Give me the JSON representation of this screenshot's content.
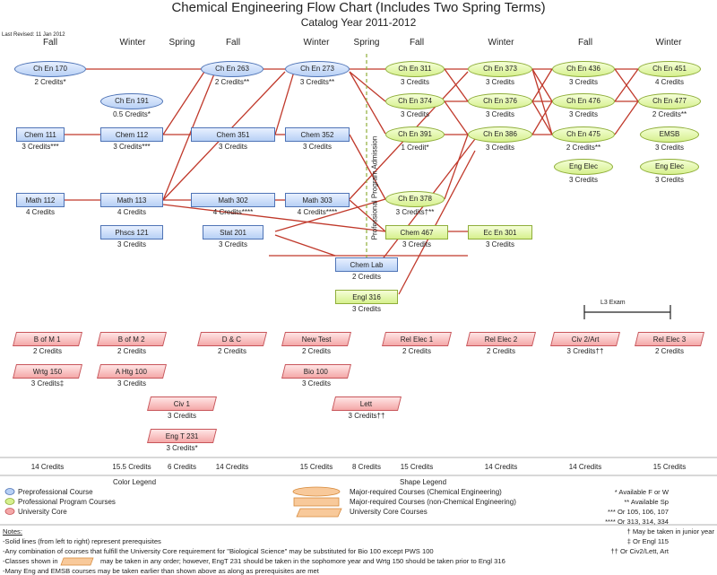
{
  "title": "Chemical Engineering Flow Chart (Includes Two Spring Terms)",
  "subtitle": "Catalog Year 2011-2012",
  "last_revised": "Last Revised: 11 Jan 2012",
  "terms": [
    "Fall",
    "Winter",
    "Spring",
    "Fall",
    "Winter",
    "Spring",
    "Fall",
    "Winter",
    "Fall",
    "Winter"
  ],
  "admission_label": "Professional Program Admission",
  "l3_exam": "L3 Exam",
  "courses": {
    "chen170": {
      "name": "Ch En 170",
      "credits": "2 Credits*"
    },
    "chen191": {
      "name": "Ch En 191",
      "credits": "0.5 Credits*"
    },
    "chem111": {
      "name": "Chem 111",
      "credits": "3 Credits***"
    },
    "math112": {
      "name": "Math 112",
      "credits": "4 Credits"
    },
    "chem112": {
      "name": "Chem 112",
      "credits": "3 Credits***"
    },
    "math113": {
      "name": "Math 113",
      "credits": "4 Credits"
    },
    "phscs121": {
      "name": "Phscs 121",
      "credits": "3 Credits"
    },
    "chen263": {
      "name": "Ch En 263",
      "credits": "2 Credits**"
    },
    "chem351": {
      "name": "Chem 351",
      "credits": "3 Credits"
    },
    "math302": {
      "name": "Math 302",
      "credits": "4 Credits****"
    },
    "stat201": {
      "name": "Stat 201",
      "credits": "3 Credits"
    },
    "chen273": {
      "name": "Ch En 273",
      "credits": "3 Credits**"
    },
    "chem352": {
      "name": "Chem 352",
      "credits": "3 Credits"
    },
    "math303": {
      "name": "Math 303",
      "credits": "4 Credits****"
    },
    "chemlab": {
      "name": "Chem Lab",
      "credits": "2 Credits"
    },
    "engl316": {
      "name": "Engl 316",
      "credits": "3 Credits"
    },
    "chen311": {
      "name": "Ch En 311",
      "credits": "3 Credits"
    },
    "chen374": {
      "name": "Ch En 374",
      "credits": "3 Credits"
    },
    "chen391": {
      "name": "Ch En 391",
      "credits": "1 Credit*"
    },
    "chen378": {
      "name": "Ch En 378",
      "credits": "3 Credits†**"
    },
    "chem467": {
      "name": "Chem 467",
      "credits": "3 Credits"
    },
    "chen373": {
      "name": "Ch En 373",
      "credits": "3 Credits"
    },
    "chen376": {
      "name": "Ch En 376",
      "credits": "3 Credits"
    },
    "chen386": {
      "name": "Ch En 386",
      "credits": "3 Credits"
    },
    "ecen301": {
      "name": "Ec En 301",
      "credits": "3 Credits"
    },
    "chen436": {
      "name": "Ch En 436",
      "credits": "3 Credits"
    },
    "chen476": {
      "name": "Ch En 476",
      "credits": "3 Credits"
    },
    "chen475": {
      "name": "Ch En 475",
      "credits": "2 Credits**"
    },
    "engelec1": {
      "name": "Eng Elec",
      "credits": "3 Credits"
    },
    "chen451": {
      "name": "Ch En 451",
      "credits": "4 Credits"
    },
    "chen477": {
      "name": "Ch En 477",
      "credits": "2 Credits**"
    },
    "emsb": {
      "name": "EMSB",
      "credits": "3 Credits"
    },
    "engelec2": {
      "name": "Eng Elec",
      "credits": "3 Credits"
    },
    "bom1": {
      "name": "B of M 1",
      "credits": "2 Credits"
    },
    "wrtg150": {
      "name": "Wrtg 150",
      "credits": "3 Credits‡"
    },
    "bom2": {
      "name": "B of M 2",
      "credits": "2 Credits"
    },
    "ahtg100": {
      "name": "A Htg 100",
      "credits": "3 Credits"
    },
    "civ1": {
      "name": "Civ 1",
      "credits": "3 Credits"
    },
    "engt231": {
      "name": "Eng T 231",
      "credits": "3 Credits*"
    },
    "dc": {
      "name": "D & C",
      "credits": "2 Credits"
    },
    "newtest": {
      "name": "New Test",
      "credits": "2 Credits"
    },
    "bio100": {
      "name": "Bio 100",
      "credits": "3 Credits"
    },
    "lett": {
      "name": "Lett",
      "credits": "3 Credits††"
    },
    "relelec1": {
      "name": "Rel Elec 1",
      "credits": "2 Credits"
    },
    "relelec2": {
      "name": "Rel Elec 2",
      "credits": "2 Credits"
    },
    "civ2art": {
      "name": "Civ 2/Art",
      "credits": "3 Credits††"
    },
    "relelec3": {
      "name": "Rel Elec 3",
      "credits": "2 Credits"
    }
  },
  "term_totals": [
    "14 Credits",
    "15.5 Credits",
    "6 Credits",
    "14 Credits",
    "15 Credits",
    "8 Credits",
    "15 Credits",
    "14 Credits",
    "14 Credits",
    "15 Credits"
  ],
  "color_legend": {
    "title": "Color Legend",
    "items": [
      "Preprofessional Course",
      "Professional Program Courses",
      "University Core"
    ]
  },
  "shape_legend": {
    "title": "Shape Legend",
    "items": [
      "Major-required Courses (Chemical Engineering)",
      "Major-required Courses (non-Chemical Engineering)",
      "University Core Courses"
    ]
  },
  "footnotes": [
    "* Available F or W",
    "** Available Sp",
    "*** Or 105, 106, 107",
    "**** Or 313, 314, 334",
    "† May be taken in junior year",
    "‡ Or Engl 115",
    "†† Or Civ2/Lett, Art"
  ],
  "notes": {
    "heading": "Notes:",
    "lines": [
      "-Solid lines (from left to right) represent prerequisites",
      "-Any combination of courses that fulfill the University Core  requirement for \"Biological Science\" may be substituted for Bio 100 except PWS 100",
      "-Classes shown in",
      "may be taken in any order; however, EngT 231 should be taken in the sophomore year and Wrtg 150 should be taken prior to Engl 316",
      "-Many Eng and EMSB courses may be taken earlier than shown above as along as prerequisites are met"
    ]
  },
  "colors": {
    "preprofessional": "#b7d0f5",
    "professional": "#d6f08e",
    "university_core": "#f4a8a8",
    "prereq_line": "#c0392b",
    "admission_line": "#8fae3a"
  }
}
